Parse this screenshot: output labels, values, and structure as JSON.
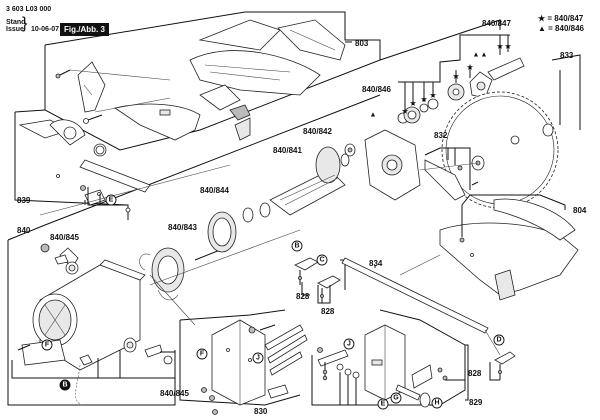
{
  "header": {
    "doc_number": "3 603 L03 000",
    "stand_label": "Stand",
    "issue_label": "Issue",
    "date": "10-06-07",
    "figure_label": "Fig./Abb. 3"
  },
  "legend": {
    "star": {
      "symbol": "★",
      "text": "= 840/847"
    },
    "triangle": {
      "symbol": "▲",
      "text": "= 840/846"
    }
  },
  "part_labels": {
    "p803": "803",
    "p804": "804",
    "p828a": "828",
    "p828b": "828",
    "p828c": "828",
    "p829": "829",
    "p830": "830",
    "p832": "832",
    "p833": "833",
    "p834": "834",
    "p839": "839",
    "p840": "840",
    "p840_841": "840/841",
    "p840_842": "840/842",
    "p840_843": "840/843",
    "p840_844": "840/844",
    "p840_845a": "840/845",
    "p840_845b": "840/845",
    "p840_846": "840/846",
    "p840_847": "840/847"
  },
  "callouts": {
    "B1": "B",
    "B2": "B",
    "C": "C",
    "D": "D",
    "E1": "E",
    "E2": "E",
    "F1": "F",
    "F2": "F",
    "G": "G",
    "H": "H",
    "J1": "J",
    "J2": "J"
  }
}
